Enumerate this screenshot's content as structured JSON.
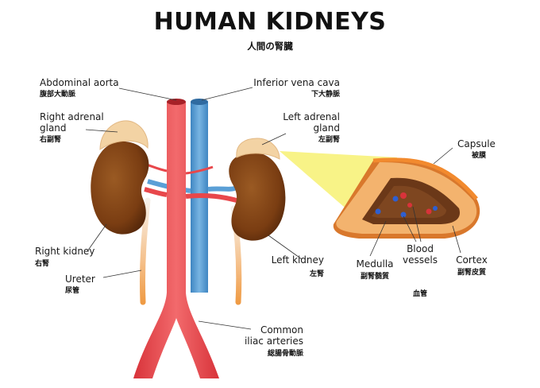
{
  "title": "HUMAN KIDNEYS",
  "subtitle": "人間の腎臓",
  "labels": {
    "abdominal_aorta": {
      "en": "Abdominal aorta",
      "jp": "腹部大動脈"
    },
    "inferior_vena_cava": {
      "en": "Inferior vena cava",
      "jp": "下大静脈"
    },
    "right_adrenal_gland": {
      "en_1": "Right adrenal",
      "en_2": "gland",
      "jp": "右副腎"
    },
    "left_adrenal_gland": {
      "en_1": "Left adrenal",
      "en_2": "gland",
      "jp": "左副腎"
    },
    "capsule": {
      "en": "Capsule",
      "jp": "被膜"
    },
    "right_kidney": {
      "en": "Right kidney",
      "jp": "右腎"
    },
    "left_kidney": {
      "en": "Left kidney",
      "jp": "左腎"
    },
    "ureter": {
      "en": "Ureter",
      "jp": "尿管"
    },
    "medulla": {
      "en": "Medulla",
      "jp": "副腎髄質"
    },
    "blood_vessels": {
      "en_1": "Blood",
      "en_2": "vessels",
      "jp": "血管"
    },
    "cortex": {
      "en": "Cortex",
      "jp": "副腎皮質"
    },
    "common_iliac_arteries": {
      "en_1": "Common",
      "en_2": "iliac arteries",
      "jp": "総腸骨動脈"
    }
  },
  "colors": {
    "aorta": "#e8474b",
    "vena_cava": "#5a9fd6",
    "kidney": "#7a3d12",
    "adrenal": "#f3d3a4",
    "ureter": "#f2a95c",
    "section_highlight": "#f7f27a",
    "cortex": "#f0a860",
    "medulla": "#6b3818"
  }
}
